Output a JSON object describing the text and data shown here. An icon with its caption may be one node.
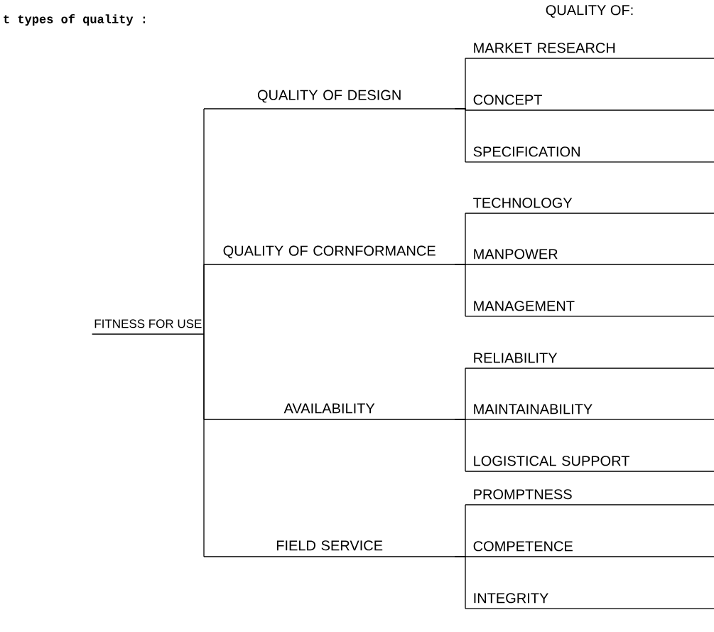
{
  "diagram": {
    "nodes": [
      {
        "text": [
          "FITNESS FOR USE"
        ]
      },
      {
        "text": [
          "QUALITY OF DESIGN"
        ]
      },
      {
        "text": [
          "QUALITY OF CORNFORMANCE"
        ]
      },
      {
        "text": [
          "AVAILABILITY"
        ]
      },
      {
        "text": [
          "FIELD SERVICE"
        ]
      },
      {
        "text": [
          "MARKET RESEARCH"
        ]
      },
      {
        "text": [
          "CONCEPT"
        ]
      },
      {
        "text": [
          "SPECIFICATION"
        ]
      },
      {
        "text": [
          "TECHNOLOGY"
        ]
      },
      {
        "text": [
          "MANPOWER"
        ]
      },
      {
        "text": [
          "MANAGEMENT"
        ]
      },
      {
        "text": [
          "RELIABILITY"
        ]
      },
      {
        "text": [
          "MAINTAINABILITY"
        ]
      },
      {
        "text": [
          "LOGISTICAL SUPPORT"
        ]
      },
      {
        "text": [
          "PROMPTNESS"
        ]
      },
      {
        "text": [
          "COMPETENCE"
        ]
      },
      {
        "text": [
          "INTEGRITY"
        ]
      }
    ],
    "edges": [
      {
        "from": 0,
        "to": 1,
        "arrow": "none"
      },
      {
        "from": 0,
        "to": 2,
        "arrow": "none"
      },
      {
        "from": 0,
        "to": 3,
        "arrow": "none"
      },
      {
        "from": 0,
        "to": 4,
        "arrow": "none"
      },
      {
        "from": 1,
        "to": 5,
        "arrow": "none"
      },
      {
        "from": 1,
        "to": 6,
        "arrow": "none"
      },
      {
        "from": 1,
        "to": 7,
        "arrow": "none"
      },
      {
        "from": 2,
        "to": 8,
        "arrow": "none"
      },
      {
        "from": 2,
        "to": 9,
        "arrow": "none"
      },
      {
        "from": 2,
        "to": 10,
        "arrow": "none"
      },
      {
        "from": 3,
        "to": 11,
        "arrow": "none"
      },
      {
        "from": 3,
        "to": 12,
        "arrow": "none"
      },
      {
        "from": 3,
        "to": 13,
        "arrow": "none"
      },
      {
        "from": 4,
        "to": 14,
        "arrow": "none"
      },
      {
        "from": 4,
        "to": 15,
        "arrow": "none"
      },
      {
        "from": 4,
        "to": 16,
        "arrow": "none"
      }
    ],
    "labels": [
      "t types of quality :",
      "QUALITY OF:"
    ]
  }
}
